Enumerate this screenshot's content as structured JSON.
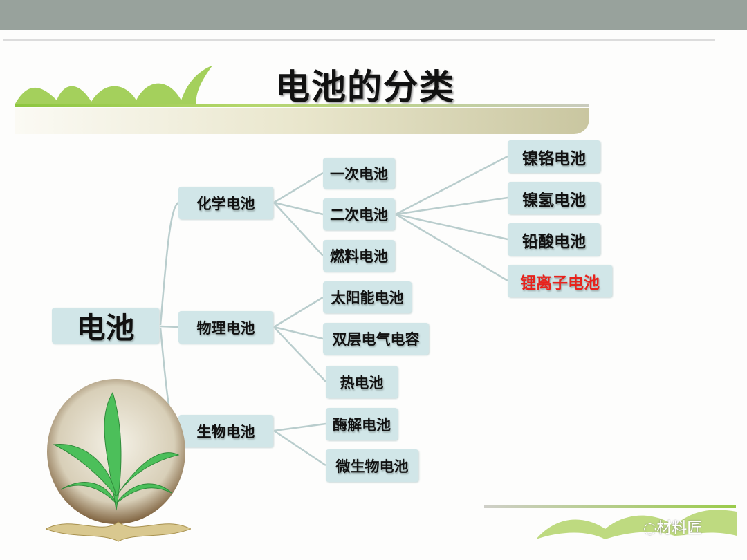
{
  "title": "电池的分类",
  "root": "电池",
  "level1": [
    "化学电池",
    "物理电池",
    "生物电池"
  ],
  "chemical": [
    "一次电池",
    "二次电池",
    "燃料电池"
  ],
  "physical": [
    "太阳能电池",
    "双层电气电容",
    "热电池"
  ],
  "biological": [
    "酶解电池",
    "微生物电池"
  ],
  "secondary": [
    "镍铬电池",
    "镍氢电池",
    "铅酸电池",
    "锂离子电池"
  ],
  "highlight_color": "#e8221c",
  "watermark": "材料匠"
}
